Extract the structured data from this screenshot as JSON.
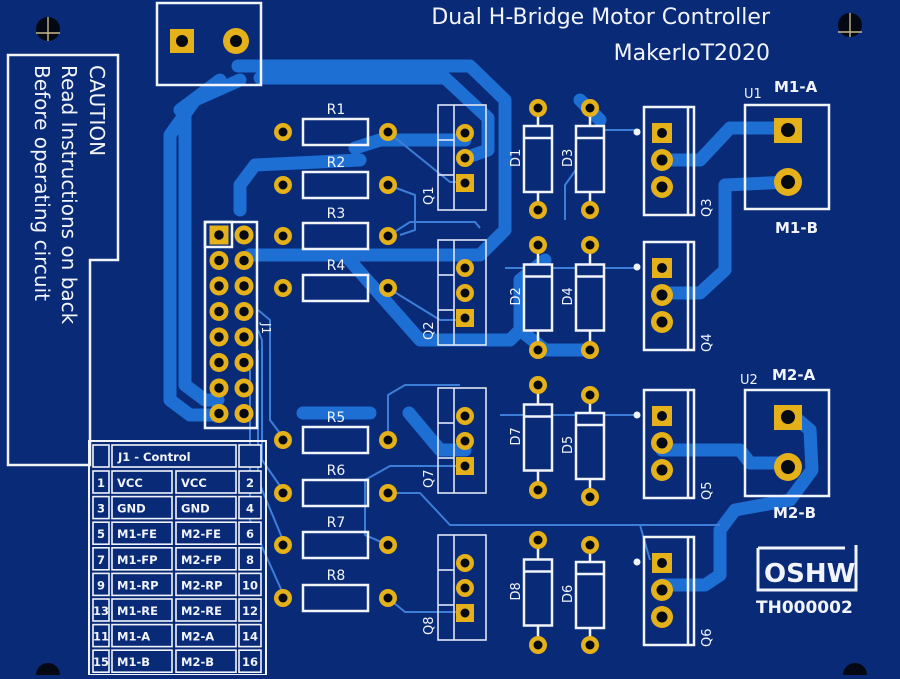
{
  "board": {
    "title": "Dual H-Bridge Motor Controller",
    "subtitle": "MakerIoT2020",
    "caution": {
      "heading": "CAUTION",
      "line1": "Read Instructions on back",
      "line2": "Before operating circuit"
    },
    "colors": {
      "substrate": "#082a77",
      "trace": "#1e6fd4",
      "pad": "#e4b11a",
      "silkscreen": "#f2f4fb"
    },
    "power_connector": {
      "pins": 2
    },
    "connector_label": "J1",
    "resistors": [
      "R1",
      "R2",
      "R3",
      "R4",
      "R5",
      "R6",
      "R7",
      "R8"
    ],
    "diodes": [
      "D1",
      "D2",
      "D3",
      "D4",
      "D5",
      "D6",
      "D7",
      "D8"
    ],
    "transistors": [
      "Q1",
      "Q2",
      "Q3",
      "Q4",
      "Q5",
      "Q6",
      "Q7",
      "Q8"
    ],
    "outputs": [
      {
        "ref": "U1",
        "pin_a": "M1-A",
        "pin_b": "M1-B"
      },
      {
        "ref": "U2",
        "pin_a": "M2-A",
        "pin_b": "M2-B"
      }
    ],
    "oshw": {
      "logo": "OSHW",
      "id": "TH000002"
    },
    "j1_table": {
      "title": "J1 - Control",
      "rows": [
        {
          "left_pin": "1",
          "left": "VCC",
          "right": "VCC",
          "right_pin": "2"
        },
        {
          "left_pin": "3",
          "left": "GND",
          "right": "GND",
          "right_pin": "4"
        },
        {
          "left_pin": "5",
          "left": "M1-FE",
          "right": "M2-FE",
          "right_pin": "6"
        },
        {
          "left_pin": "7",
          "left": "M1-FP",
          "right": "M2-FP",
          "right_pin": "8"
        },
        {
          "left_pin": "9",
          "left": "M1-RP",
          "right": "M2-RP",
          "right_pin": "10"
        },
        {
          "left_pin": "13",
          "left": "M1-RE",
          "right": "M2-RE",
          "right_pin": "12"
        },
        {
          "left_pin": "11",
          "left": "M1-A",
          "right": "M2-A",
          "right_pin": "14"
        },
        {
          "left_pin": "15",
          "left": "M1-B",
          "right": "M2-B",
          "right_pin": "16"
        }
      ]
    }
  }
}
